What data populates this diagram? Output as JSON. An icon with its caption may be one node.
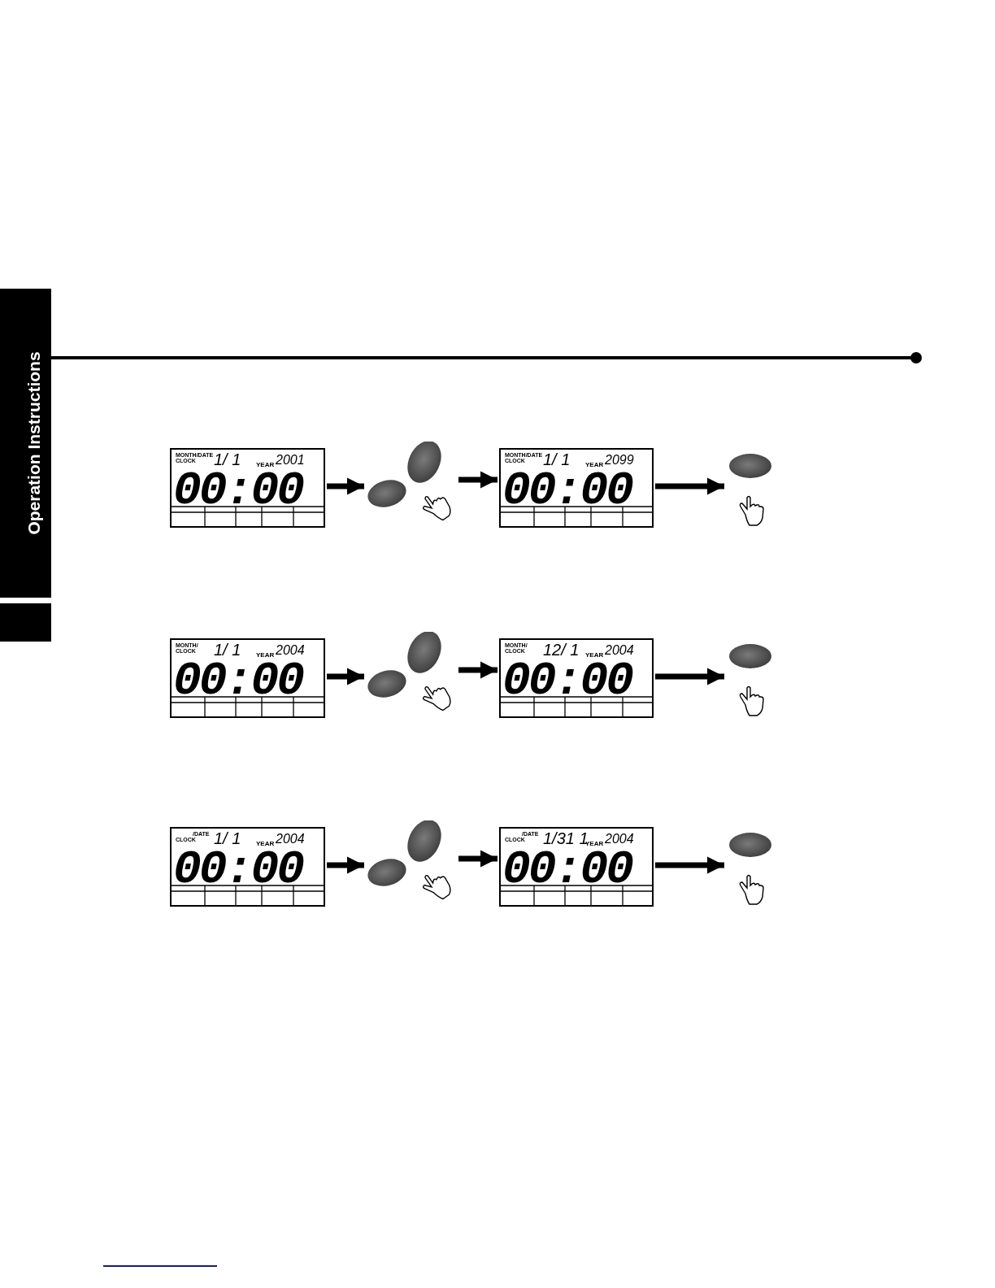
{
  "diagram": {
    "nodes": [
      {
        "text": [
          "MONTH/DATE",
          "CLOCK",
          "1/ 1",
          "YEAR",
          "2001",
          "00:00"
        ]
      },
      {
        "text": [],
        "shape": "picture"
      },
      {
        "text": [
          "MONTH/DATE",
          "CLOCK",
          "1/ 1",
          "YEAR",
          "2099",
          "00:00"
        ]
      },
      {
        "text": [],
        "shape": "picture"
      },
      {
        "text": [
          "MONTH/",
          "CLOCK",
          "1/ 1",
          "YEAR",
          "2004",
          "00:00"
        ]
      },
      {
        "text": [],
        "shape": "picture"
      },
      {
        "text": [
          "MONTH/",
          "CLOCK",
          "12/ 1",
          "YEAR",
          "2004",
          "00:00"
        ]
      },
      {
        "text": [],
        "shape": "picture"
      },
      {
        "text": [
          "/DATE",
          "CLOCK",
          "1/ 1",
          "YEAR",
          "2004",
          "00:00"
        ]
      },
      {
        "text": [],
        "shape": "picture"
      },
      {
        "text": [
          "/DATE",
          "CLOCK",
          "1/31 1",
          "YEAR",
          "2004",
          "00:00"
        ]
      },
      {
        "text": [],
        "shape": "picture"
      }
    ],
    "edges": [
      {
        "from": 0,
        "to": 1,
        "arrow": "to"
      },
      {
        "from": 1,
        "to": 2,
        "arrow": "to"
      },
      {
        "from": 2,
        "to": 3,
        "arrow": "to"
      },
      {
        "from": 4,
        "to": 5,
        "arrow": "to"
      },
      {
        "from": 5,
        "to": 6,
        "arrow": "to"
      },
      {
        "from": 6,
        "to": 7,
        "arrow": "to"
      },
      {
        "from": 8,
        "to": 9,
        "arrow": "to"
      },
      {
        "from": 9,
        "to": 10,
        "arrow": "to"
      },
      {
        "from": 10,
        "to": 11,
        "arrow": "to"
      }
    ],
    "labels": [
      "Operation Instructions"
    ]
  }
}
